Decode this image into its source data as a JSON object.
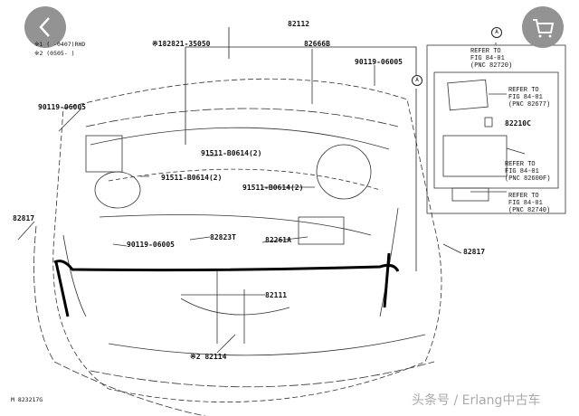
{
  "notes": {
    "n1": "※1 (    -0407)RHD",
    "n2": "※2 (0505-    )"
  },
  "labels": {
    "p82112": "82112",
    "p82821": "※182821-35050",
    "p82666b": "82666B",
    "bolt_top_right": "90119-06005",
    "bolt_left": "90119-06005",
    "bolt_mid": "90119-06005",
    "screw1": "91511-B0614(2)",
    "screw2": "91511-B0614(2)",
    "screw3": "91511-B0614(2)",
    "clip_left": "82817",
    "clip_right": "82817",
    "p82823t": "82823T",
    "p82261a": "82261A",
    "p82111": "82111",
    "p82114": "※2 82114",
    "fig_code": "M 823217G"
  },
  "callout": "A",
  "refs": {
    "r82720": "REFER TO\nFIG 84-01\n(PNC 82720)",
    "r82677": "REFER TO\nFIG 84-01\n(PNC 82677)",
    "p82210c": "82210C",
    "r82600f": "REFER TO\nFIG 84-01\n(PNC 82600F)",
    "r82740": "REFER TO\nFIG 84-01\n(PNC 82740)"
  },
  "watermark": "头条号 / Erlang中古车"
}
